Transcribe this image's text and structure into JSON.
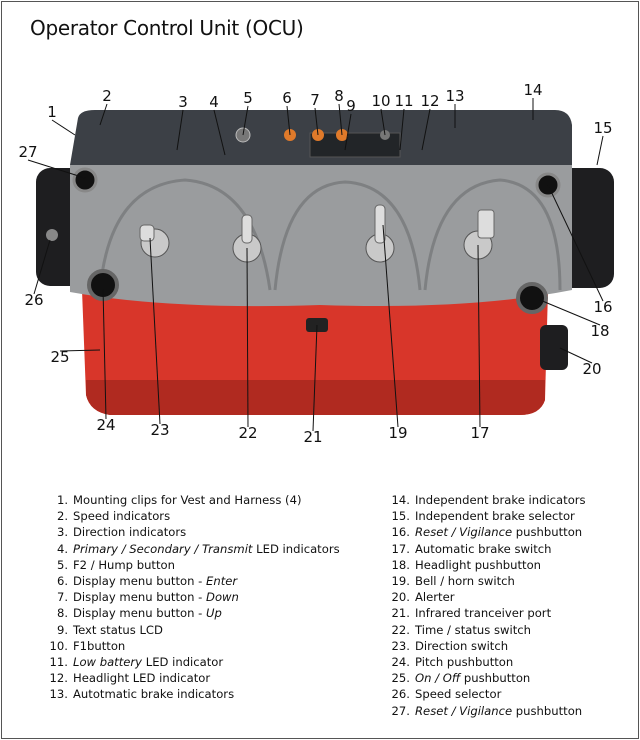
{
  "title": "Operator Control Unit (OCU)",
  "colors": {
    "body_red": "#d8362a",
    "panel_gray": "#9a9c9e",
    "top_dark": "#3c4046",
    "clip_black": "#1e1e20"
  },
  "callouts": [
    "1",
    "2",
    "3",
    "4",
    "5",
    "6",
    "7",
    "8",
    "9",
    "10",
    "11",
    "12",
    "13",
    "14",
    "15",
    "16",
    "17",
    "18",
    "19",
    "20",
    "21",
    "22",
    "23",
    "24",
    "25",
    "26",
    "27"
  ],
  "legend": [
    {
      "num": "1.",
      "pre": "Mounting clips for Vest and Harness (4)",
      "em": "",
      "post": ""
    },
    {
      "num": "2.",
      "pre": "Speed indicators",
      "em": "",
      "post": ""
    },
    {
      "num": "3.",
      "pre": "Direction indicators",
      "em": "",
      "post": ""
    },
    {
      "num": "4.",
      "pre": "",
      "em": "Primary / Secondary / Transmit",
      "post": " LED indicators"
    },
    {
      "num": "5.",
      "pre": "F2 / Hump button",
      "em": "",
      "post": ""
    },
    {
      "num": "6.",
      "pre": "Display menu button - ",
      "em": "Enter",
      "post": ""
    },
    {
      "num": "7.",
      "pre": "Display menu button - ",
      "em": "Down",
      "post": ""
    },
    {
      "num": "8.",
      "pre": "Display menu button - ",
      "em": "Up",
      "post": ""
    },
    {
      "num": "9.",
      "pre": "Text status LCD",
      "em": "",
      "post": ""
    },
    {
      "num": "10.",
      "pre": "F1button",
      "em": "",
      "post": ""
    },
    {
      "num": "11.",
      "pre": "",
      "em": "Low battery",
      "post": " LED indicator"
    },
    {
      "num": "12.",
      "pre": "Headlight LED indicator",
      "em": "",
      "post": ""
    },
    {
      "num": "13.",
      "pre": "Autotmatic brake indicators",
      "em": "",
      "post": ""
    },
    {
      "num": "14.",
      "pre": "Independent brake indicators",
      "em": "",
      "post": ""
    },
    {
      "num": "15.",
      "pre": "Independent brake selector",
      "em": "",
      "post": ""
    },
    {
      "num": "16.",
      "pre": "",
      "em": "Reset / Vigilance",
      "post": " pushbutton"
    },
    {
      "num": "17.",
      "pre": "Automatic brake switch",
      "em": "",
      "post": ""
    },
    {
      "num": "18.",
      "pre": "Headlight pushbutton",
      "em": "",
      "post": ""
    },
    {
      "num": "19.",
      "pre": "Bell / horn switch",
      "em": "",
      "post": ""
    },
    {
      "num": "20.",
      "pre": "Alerter",
      "em": "",
      "post": ""
    },
    {
      "num": "21.",
      "pre": "Infrared tranceiver port",
      "em": "",
      "post": ""
    },
    {
      "num": "22.",
      "pre": "Time / status switch",
      "em": "",
      "post": ""
    },
    {
      "num": "23.",
      "pre": "Direction switch",
      "em": "",
      "post": ""
    },
    {
      "num": "24.",
      "pre": "Pitch pushbutton",
      "em": "",
      "post": ""
    },
    {
      "num": "25.",
      "pre": "",
      "em": "On / Off",
      "post": " pushbutton"
    },
    {
      "num": "26.",
      "pre": "Speed selector",
      "em": "",
      "post": ""
    },
    {
      "num": "27.",
      "pre": "",
      "em": "Reset / Vigilance",
      "post": " pushbutton"
    }
  ]
}
